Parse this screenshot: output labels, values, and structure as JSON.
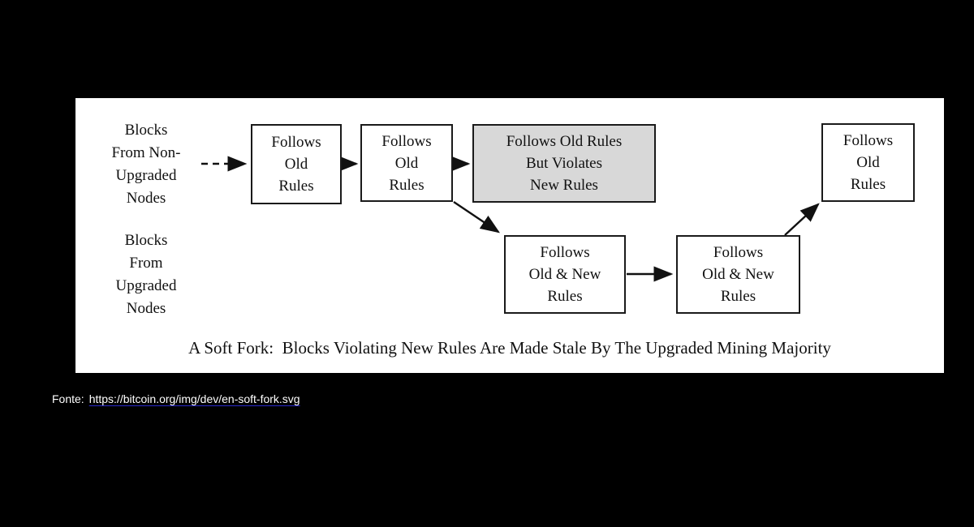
{
  "window": {
    "background": "#000000"
  },
  "diagram": {
    "panel_background": "#ffffff",
    "text_color": "#111111",
    "box_border_color": "#1a1a1a",
    "violating_box_fill": "#d8d8d8",
    "row_labels": [
      {
        "text": "Blocks\nFrom Non-\nUpgraded\nNodes"
      },
      {
        "text": "Blocks\nFrom\nUpgraded\nNodes"
      }
    ],
    "boxes": [
      {
        "text": "Follows\nOld\nRules"
      },
      {
        "text": "Follows\nOld\nRules"
      },
      {
        "text": "Follows Old Rules\nBut Violates\nNew Rules"
      },
      {
        "text": "Follows\nOld & New\nRules"
      },
      {
        "text": "Follows\nOld & New\nRules"
      },
      {
        "text": "Follows\nOld\nRules"
      }
    ],
    "caption": "A Soft Fork:  Blocks Violating New Rules Are Made Stale By The Upgraded Mining Majority"
  },
  "source": {
    "label": "Fonte:",
    "url_text": "https://bitcoin.org/img/dev/en-soft-fork.svg"
  }
}
